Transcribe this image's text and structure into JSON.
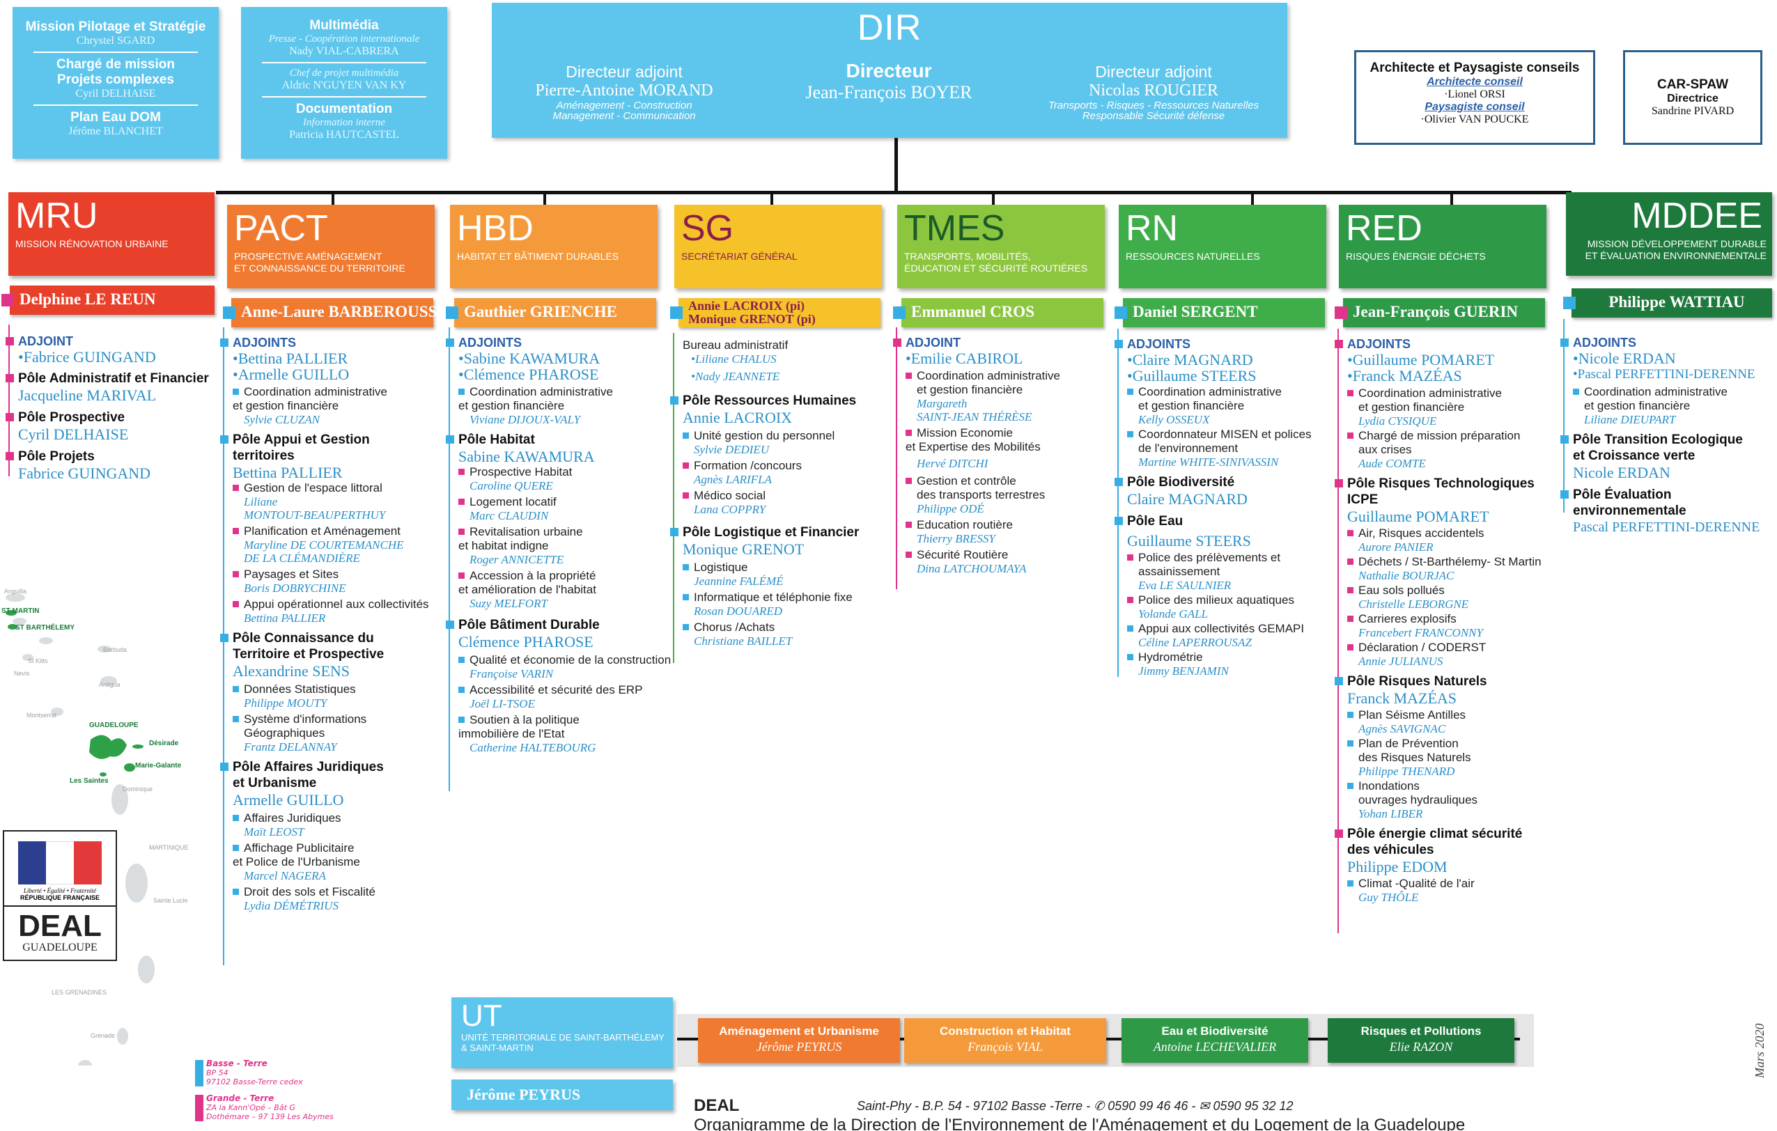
{
  "top_left": {
    "mission": {
      "title": "Mission Pilotage et Stratégie",
      "name": "Chrystel SGARD"
    },
    "charge": {
      "title1": "Chargé de mission",
      "title2": "Projets complexes",
      "name": "Cyril DELHAISE"
    },
    "plan": {
      "title": "Plan Eau DOM",
      "name": "Jérôme BLANCHET"
    }
  },
  "multimedia": {
    "title": "Multimédia",
    "sub": "Presse - Coopération internationale",
    "name1": "Nady VIAL-CABRERA",
    "chef": "Chef de projet multimédia",
    "name2": "Aldric N'GUYEN VAN KY",
    "doc": "Documentation",
    "doc_sub": "Information interne",
    "name3": "Patricia HAUTCASTEL"
  },
  "dir": {
    "title": "DIR",
    "left": {
      "role": "Directeur adjoint",
      "name": "Pierre-Antoine MORAND",
      "sub1": "Aménagement - Construction",
      "sub2": "Management - Communication"
    },
    "center": {
      "role": "Directeur",
      "name": "Jean-François BOYER"
    },
    "right": {
      "role": "Directeur adjoint",
      "name": "Nicolas ROUGIER",
      "sub1": "Transports - Risques - Ressources Naturelles",
      "sub2": "Responsable Sécurité défense"
    }
  },
  "architect": {
    "title": "Architecte et Paysagiste conseils",
    "l1": "Architecte conseil",
    "n1": "·Lionel ORSI",
    "l2": "Paysagiste conseil",
    "n2": "·Olivier VAN POUCKE"
  },
  "carspaw": {
    "title": "CAR-SPAW",
    "role": "Directrice",
    "name": "Sandrine PIVARD"
  },
  "depts": [
    {
      "code": "MRU",
      "full1": "Mission rénovation urbaine",
      "full2": "",
      "head": "Delphine LE REUN",
      "color": "#e8402a"
    },
    {
      "code": "PACT",
      "full1": "Prospective aménagement",
      "full2": "et connaissance du territoire",
      "head": "Anne-Laure BARBEROUSSE",
      "color": "#f07a30"
    },
    {
      "code": "HBD",
      "full1": "Habitat et bâtiment durables",
      "full2": "",
      "head": "Gauthier GRIENCHE",
      "color": "#f59a3a"
    },
    {
      "code": "SG",
      "full1": "Secrétariat général",
      "full2": "",
      "head1": "Annie LACROIX (pi)",
      "head2": "Monique GRENOT (pi)",
      "color": "#f6c22a"
    },
    {
      "code": "TMES",
      "full1": "Transports, mobilités,",
      "full2": "éducation et sécurité routières",
      "head": "Emmanuel CROS",
      "color": "#8cc63e"
    },
    {
      "code": "RN",
      "full1": "Ressources naturelles",
      "full2": "",
      "head": "Daniel SERGENT",
      "color": "#3fae4a"
    },
    {
      "code": "RED",
      "full1": "Risques énergie déchets",
      "full2": "",
      "head": "Jean-François GUERIN",
      "color": "#2e9a48"
    },
    {
      "code": "MDDEE",
      "full1": "Mission développement durable",
      "full2": "et évaluation environnementale",
      "head": "Philippe WATTIAU",
      "color": "#1d7a3c"
    }
  ],
  "mru": {
    "adjoint": "ADJOINT",
    "adj1": "•Fabrice GUINGAND",
    "p1": "Pôle Administratif et Financier",
    "p1n": "Jacqueline MARIVAL",
    "p2": "Pôle Prospective",
    "p2n": "Cyril DELHAISE",
    "p3": "Pôle Projets",
    "p3n": "Fabrice GUINGAND"
  },
  "pact": {
    "adjoints": "ADJOINTS",
    "a1": "•Bettina  PALLIER",
    "a2": "•Armelle  GUILLO",
    "i1a": "Coordination administrative",
    "i1b": "et gestion financière",
    "v1": "Sylvie CLUZAN",
    "p1a": "Pôle Appui et Gestion",
    "p1b": "territoires",
    "p1n": "Bettina  PALLIER",
    "s1": "Gestion de l'espace littoral",
    "s1v1": "Liliane",
    "s1v2": "MONTOUT-BEAUPERTHUY",
    "s2": "Planification et Aménagement",
    "s2v1": "Maryline DE COURTEMANCHE",
    "s2v2": "DE LA CLÉMANDIÈRE",
    "s3": "Paysages et Sites",
    "s3v": "Boris DOBRYCHINE",
    "s4": "Appui opérationnel aux collectivités",
    "s4v": "Bettina PALLIER",
    "p2a": "Pôle Connaissance du",
    "p2b": "Territoire et Prospective",
    "p2n": "Alexandrine SENS",
    "t1": "Données Statistiques",
    "t1v": "Philippe MOUTY",
    "t2a": "Système d'informations",
    "t2b": "Géographiques",
    "t2v": "Frantz DELANNAY",
    "p3a": "Pôle Affaires Juridiques",
    "p3b": "et Urbanisme",
    "p3n": "Armelle GUILLO",
    "u1": "Affaires Juridiques",
    "u1v": "Maït LEOST",
    "u2a": "Affichage Publicitaire",
    "u2b": "et Police de l'Urbanisme",
    "u2v": "Marcel NAGERA",
    "u3": "Droit des sols et Fiscalité",
    "u3v": "Lydia DÉMÉTRIUS"
  },
  "hbd": {
    "adjoints": "ADJOINTS",
    "a1": "•Sabine KAWAMURA",
    "a2": "•Clémence PHAROSE",
    "i1a": "Coordination administrative",
    "i1b": "et gestion financière",
    "v1": "Viviane DIJOUX-VALY",
    "p1": "Pôle Habitat",
    "p1n": "Sabine KAWAMURA",
    "s1": "Prospective Habitat",
    "s1v": "Caroline QUERE",
    "s2": "Logement locatif",
    "s2v": "Marc CLAUDIN",
    "s3a": "Revitalisation urbaine",
    "s3b": "et habitat indigne",
    "s3v": "Roger ANNICETTE",
    "s4a": "Accession à la propriété",
    "s4b": "et amélioration de l'habitat",
    "s4v": "Suzy MELFORT",
    "p2": "Pôle Bâtiment Durable",
    "p2n": "Clémence PHAROSE",
    "t1": "Qualité et économie de la construction",
    "t1v": "Françoise VARIN",
    "t2": "Accessibilité et sécurité des ERP",
    "t2v": "Joël LI-TSOE",
    "t3a": "Soutien à la politique",
    "t3b": "immobilière de l'Etat",
    "t3v": "Catherine HALTEBOURG"
  },
  "sg": {
    "bureau": "Bureau administratif",
    "b1": "•Liliane CHALUS",
    "b2": "•Nady JEANNETE",
    "p1": "Pôle Ressources Humaines",
    "p1n": "Annie LACROIX",
    "s1": "Unité gestion du personnel",
    "s1v": "Sylvie DEDIEU",
    "s2": "Formation /concours",
    "s2v": "Agnès LARIFLA",
    "s3": "Médico social",
    "s3v": "Lana COPPRY",
    "p2": "Pôle Logistique et Financier",
    "p2n": "Monique GRENOT",
    "t1": "Logistique",
    "t1v": "Jeannine FALÉMÉ",
    "t2": "Informatique et téléphonie fixe",
    "t2v": "Rosan DOUARED",
    "t3": "Chorus /Achats",
    "t3v": "Christiane BAILLET"
  },
  "tmes": {
    "adjoint": "ADJOINT",
    "a1": "•Emilie CABIROL",
    "i1a": "Coordination administrative",
    "i1b": "et gestion financière",
    "v1a": "Margareth",
    "v1b": "SAINT-JEAN THÉRÈSE",
    "i2a": "Mission Economie",
    "i2b": "et Expertise des Mobilités",
    "v2": "Hervé DITCHI",
    "i3a": "Gestion  et contrôle",
    "i3b": "des transports terrestres",
    "v3": "Philippe ODÉ",
    "i4": "Education routière",
    "v4": "Thierry BRESSY",
    "i5": "Sécurité Routière",
    "v5": "Dina LATCHOUMAYA"
  },
  "rn": {
    "adjoints": "ADJOINTS",
    "a1": "•Claire MAGNARD",
    "a2": "•Guillaume STEERS",
    "i1a": "Coordination administrative",
    "i1b": "et gestion financière",
    "v1": "Kelly OSSEUX",
    "i2a": "Coordonnateur MISEN et polices",
    "i2b": "de l'environnement",
    "v2": "Martine WHITE-SINIVASSIN",
    "p1": "Pôle Biodiversité",
    "p1n": "Claire MAGNARD",
    "p2": "Pôle Eau",
    "p2n": "Guillaume STEERS",
    "s1a": "Police des prélèvements et",
    "s1b": "assainissement",
    "s1v": "Eva LE SAULNIER",
    "s2": "Police des milieux aquatiques",
    "s2v": "Yolande GALL",
    "s3": "Appui aux collectivités GEMAPI",
    "s3v": "Céline LAPERROUSAZ",
    "s4": "Hydrométrie",
    "s4v": "Jimmy BENJAMIN"
  },
  "red": {
    "adjoints": "ADJOINTS",
    "a1": "•Guillaume POMARET",
    "a2": "•Franck MAZÉAS",
    "i1a": "Coordination administrative",
    "i1b": "et gestion financière",
    "v1": "Lydia CYSIQUE",
    "i2a": "Chargé de mission préparation",
    "i2b": "aux crises",
    "v2": "Aude COMTE",
    "p1": "Pôle Risques Technologiques ICPE",
    "p1n": "Guillaume POMARET",
    "s1": "Air, Risques accidentels",
    "s1v": "Aurore PANIER",
    "s2": "Déchets / St-Barthélemy- St Martin",
    "s2v": "Nathalie BOURJAC",
    "s3": "Eau sols pollués",
    "s3v": "Christelle LEBORGNE",
    "s4": "Carrieres explosifs",
    "s4v": "Francebert FRANCONNY",
    "s5": "Déclaration / CODERST",
    "s5v": "Annie JULIANUS",
    "p2": "Pôle Risques Naturels",
    "p2n": "Franck MAZÉAS",
    "t1": "Plan Séisme Antilles",
    "t1v": "Agnès SAVIGNAC",
    "t2a": "Plan de Prévention",
    "t2b": "des Risques Naturels",
    "t2v": "Philippe THENARD",
    "t3a": "Inondations",
    "t3b": "ouvrages  hydrauliques",
    "t3v": "Yohan LIBER",
    "p3a": "Pôle énergie climat sécurité",
    "p3b": "des véhicules",
    "p3n": "Philippe  EDOM",
    "u1": "Climat -Qualité de l'air",
    "u1v": "Guy THÔLE"
  },
  "mddee": {
    "adjoints": "ADJOINTS",
    "a1": "•Nicole ERDAN",
    "a2": "•Pascal PERFETTINI-DERENNE",
    "i1a": "Coordination administrative",
    "i1b": "et gestion financière",
    "v1": "Liliane DIEUPART",
    "p1a": "Pôle Transition Ecologique",
    "p1b": "et Croissance verte",
    "p1n": "Nicole ERDAN",
    "p2a": "Pôle Évaluation",
    "p2b": "environnementale",
    "p2n": "Pascal PERFETTINI-DERENNE"
  },
  "map": {
    "st_martin": "ST MARTIN",
    "st_barth": "ST BARTHÉLEMY",
    "guadeloupe": "GUADELOUPE",
    "desirade": "Désirade",
    "marie_galante": "Marie-Galante",
    "les_saintes": "Les Saintes",
    "martinique": "MARTINIQUE",
    "barbuda": "Barbuda",
    "antigua": "Antigua",
    "montserrat": "Montserrat",
    "dominique": "Dominique",
    "ste_lucie": "Sainte Lucie",
    "grenadines": "LES GRENADINES",
    "grenade": "Grenade",
    "anguilla": "Anguilla",
    "st_kitts": "St Kitts",
    "nevis": "Nevis"
  },
  "logo": {
    "line1": "Liberté • Égalité • Fraternité",
    "line2": "RÉPUBLIQUE FRANÇAISE",
    "deal": "DEAL",
    "guadeloupe": "GUADELOUPE"
  },
  "legend": {
    "bt_title": "Basse - Terre",
    "bt_l1": "BP 54",
    "bt_l2": "97102 Basse-Terre cedex",
    "gt_title": "Grande - Terre",
    "gt_l1": "ZA la Kann'Opé – Bât G",
    "gt_l2": "Dothémare – 97 139 Les Abymes"
  },
  "ut": {
    "code": "UT",
    "full1": "Unité territoriale de Saint-Barthélemy",
    "full2": "& Saint-Martin",
    "head": "Jérôme PEYRUS",
    "units": [
      {
        "title": "Aménagement et Urbanisme",
        "person": "Jérôme PEYRUS",
        "color": "#f07a30"
      },
      {
        "title": "Construction et Habitat",
        "person": "François VIAL",
        "color": "#f59a3a"
      },
      {
        "title": "Eau et Biodiversité",
        "person": "Antoine LECHEVALIER",
        "color": "#2e9a48"
      },
      {
        "title": "Risques et Pollutions",
        "person": "Elie RAZON",
        "color": "#1d7a3c"
      }
    ]
  },
  "footer": {
    "deal": "DEAL",
    "address": "Saint-Phy  -  B.P. 54  -  97102  Basse -Terre  - ✆ 0590 99 46 46 - ✉ 0590 95 32 12",
    "title": "Organigramme de la  Direction de l'Environnement de l'Aménagement et du Logement de la Guadeloupe",
    "date": "Mars  2020"
  }
}
